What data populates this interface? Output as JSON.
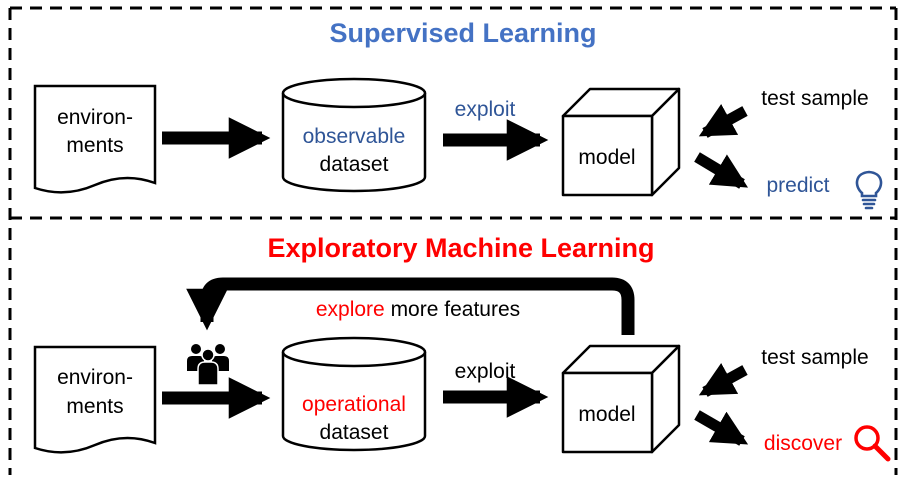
{
  "colors": {
    "blue": "#4472C4",
    "red": "#FF0000",
    "dark_blue": "#2F5597",
    "black": "#000000"
  },
  "supervised": {
    "title": "Supervised Learning",
    "environments_line1": "environ-",
    "environments_line2": "ments",
    "dataset_line1": "observable",
    "dataset_line2": "dataset",
    "exploit": "exploit",
    "model": "model",
    "test_sample": "test sample",
    "predict": "predict",
    "predict_icon": "lightbulb-icon"
  },
  "exploratory": {
    "title": "Exploratory Machine Learning",
    "explore_word": "explore",
    "explore_rest": " more features",
    "environments_line1": "environ-",
    "environments_line2": "ments",
    "dataset_line1": "operational",
    "dataset_line2": "dataset",
    "exploit": "exploit",
    "model": "model",
    "test_sample": "test sample",
    "discover": "discover",
    "discover_icon": "magnifier-icon",
    "people_icon": "people-group-icon"
  }
}
